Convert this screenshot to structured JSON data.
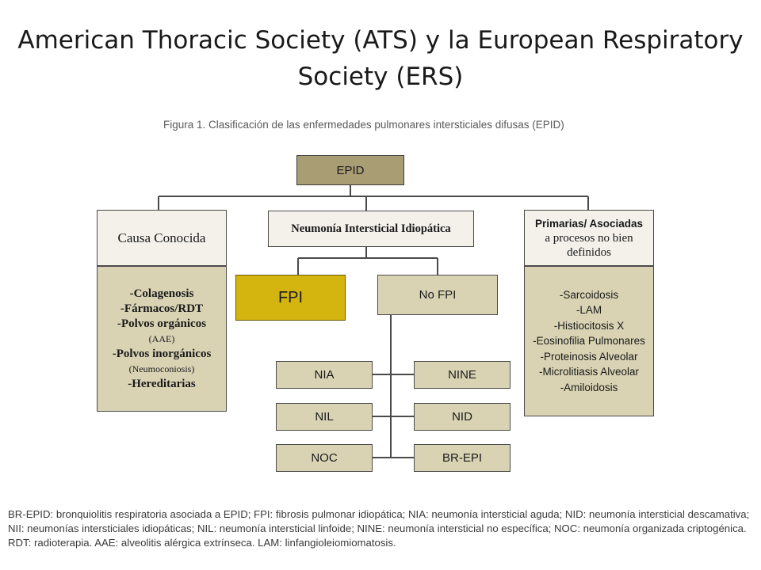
{
  "slide": {
    "title": "American Thoracic Society (ATS) y la European Respiratory Society (ERS)"
  },
  "figure": {
    "caption": "Figura 1. Clasificación de las enfermedades pulmonares intersticiales difusas (EPID)",
    "root": "EPID",
    "causa_conocida": {
      "title": "Causa Conocida",
      "items": [
        "-Colagenosis",
        "-Fármacos/RDT",
        "-Polvos orgánicos",
        "(AAE)",
        "-Polvos inorgánicos",
        "(Neumoconiosis)",
        "-Hereditarias"
      ]
    },
    "neumonia": {
      "title": "Neumonía Intersticial Idiopática",
      "fpi": "FPI",
      "no_fpi": "No FPI",
      "left_leaves": [
        "NIA",
        "NIL",
        "NOC"
      ],
      "right_leaves": [
        "NINE",
        "NID",
        "BR-EPI"
      ]
    },
    "primarias": {
      "title_bold": "Primarias/ Asociadas",
      "title_rest": "a procesos no bien definidos",
      "items": [
        "-Sarcoidosis",
        "-LAM",
        "-Histiocitosis X",
        "-Eosinofilia Pulmonares",
        "-Proteinosis Alveolar",
        "-Microlitiasis Alveolar",
        "-Amiloidosis"
      ]
    },
    "footnote": "BR-EPID: bronquiolitis respiratoria asociada a EPID; FPI: fibrosis pulmonar idiopática; NIA: neumonía intersticial aguda; NID: neumonía intersticial descamativa; NII: neumonías intersticiales idiopáticas; NIL: neumonía intersticial linfoide; NINE: neumonía intersticial no específica; NOC: neumonía organizada criptogénica. RDT: radioterapia. AAE: alveolitis alérgica extrínseca. LAM: linfangioleiomiomatosis."
  }
}
